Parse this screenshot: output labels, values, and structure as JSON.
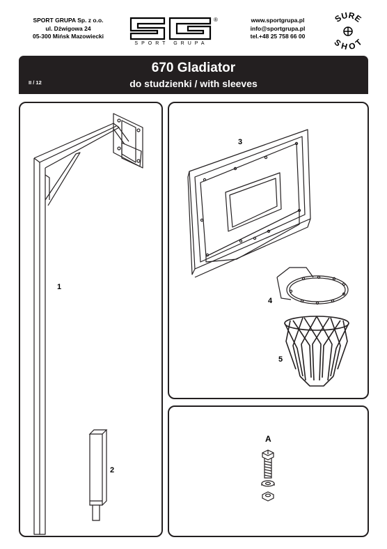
{
  "header": {
    "company_lines": [
      "SPORT GRUPA Sp. z o.o.",
      "ul. Dźwigowa 24",
      "05-300 Mińsk Mazowiecki"
    ],
    "contact_lines": [
      "www.sportgrupa.pl",
      "info@sportgrupa.pl",
      "tel.+48 25 758 66 00"
    ],
    "logo": {
      "brand_text": "SPORT GRUPA",
      "registered_mark": "®",
      "icon": "sg-logo-icon"
    },
    "badge": {
      "top_text": "SURE",
      "bottom_text": "SHOT",
      "icon": "basketball-badge-icon"
    }
  },
  "banner": {
    "title": "670 Gladiator",
    "subtitle": "do studzienki / with sleeves",
    "page": "II / 12",
    "background": "#231f20",
    "text_color": "#ffffff"
  },
  "parts": {
    "pole": {
      "number": "1",
      "icon": "pole-with-arm-icon"
    },
    "sleeve": {
      "number": "2",
      "icon": "ground-sleeve-icon"
    },
    "backboard": {
      "number": "3",
      "icon": "backboard-icon"
    },
    "rim": {
      "number": "4",
      "icon": "rim-icon"
    },
    "net": {
      "number": "5",
      "icon": "net-icon"
    },
    "hardware": {
      "label": "A",
      "icon": "bolt-washer-nut-icon"
    }
  }
}
